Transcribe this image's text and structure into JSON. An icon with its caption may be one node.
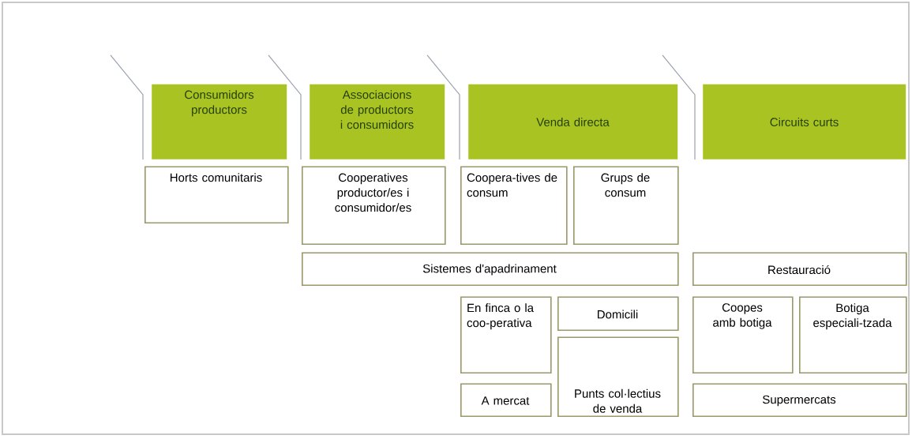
{
  "diagram": {
    "nodes": [
      {
        "text": [
          "Consumidors productors"
        ]
      },
      {
        "text": [
          "Associacions de productors i consumidors"
        ]
      },
      {
        "text": [
          "Venda directa"
        ]
      },
      {
        "text": [
          "Circuits curts"
        ]
      },
      {
        "text": [
          "Horts comunitaris"
        ]
      },
      {
        "text": [
          "Cooperatives productor/es i consumidor/es"
        ]
      },
      {
        "text": [
          "Coopera-tives de consum"
        ]
      },
      {
        "text": [
          "Grups de consum"
        ]
      },
      {
        "text": [
          "Sistemes d'apadrinament"
        ]
      },
      {
        "text": [
          "Restauració"
        ]
      },
      {
        "text": [
          "En finca o la coo-perativa"
        ]
      },
      {
        "text": [
          "Domicili"
        ]
      },
      {
        "text": [
          "Coopes amb botiga"
        ]
      },
      {
        "text": [
          "Botiga especiali-tzada"
        ]
      },
      {
        "text": [
          "Punts col·lectius de venda"
        ]
      },
      {
        "text": [
          "A mercat"
        ]
      },
      {
        "text": [
          "Supermercats"
        ]
      }
    ]
  }
}
